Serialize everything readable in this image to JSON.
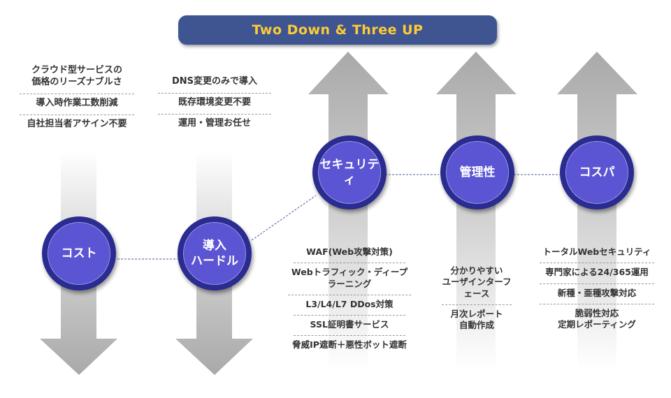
{
  "title": "Two Down  &  Three UP",
  "nodes": {
    "cost": "コスト",
    "hurdle": "導入\nハードル",
    "security": "セキュリティ",
    "management": "管理性",
    "cospa": "コスパ"
  },
  "lists": {
    "cost": [
      "クラウド型サービスの\n価格のリーズナブルさ",
      "導入時作業工数削減",
      "自社担当者アサイン不要"
    ],
    "hurdle": [
      "DNS変更のみで導入",
      "既存環境変更不要",
      "運用・管理お任せ"
    ],
    "security": [
      "WAF(Web攻撃対策)",
      "Webトラフィック・ディープラーニング",
      "L3/L4/L7 DDos対策",
      "SSL証明書サービス",
      "脅威IP遮断＋悪性ボット遮断"
    ],
    "management": [
      "分かりやすい\nユーザインターフェース",
      "月次レポート\n自動作成"
    ],
    "cospa": [
      "トータルWebセキュリティ",
      "専門家による24/365運用",
      "新種・亜種攻撃対応",
      "脆弱性対応\n定期レポーティング"
    ]
  },
  "colors": {
    "title_bg": "#3f5591",
    "title_text": "#ffcc33",
    "circle_outer": "#2a2c8f",
    "circle_inner": "#5b55d3",
    "arrow": "#bdbdbd"
  }
}
